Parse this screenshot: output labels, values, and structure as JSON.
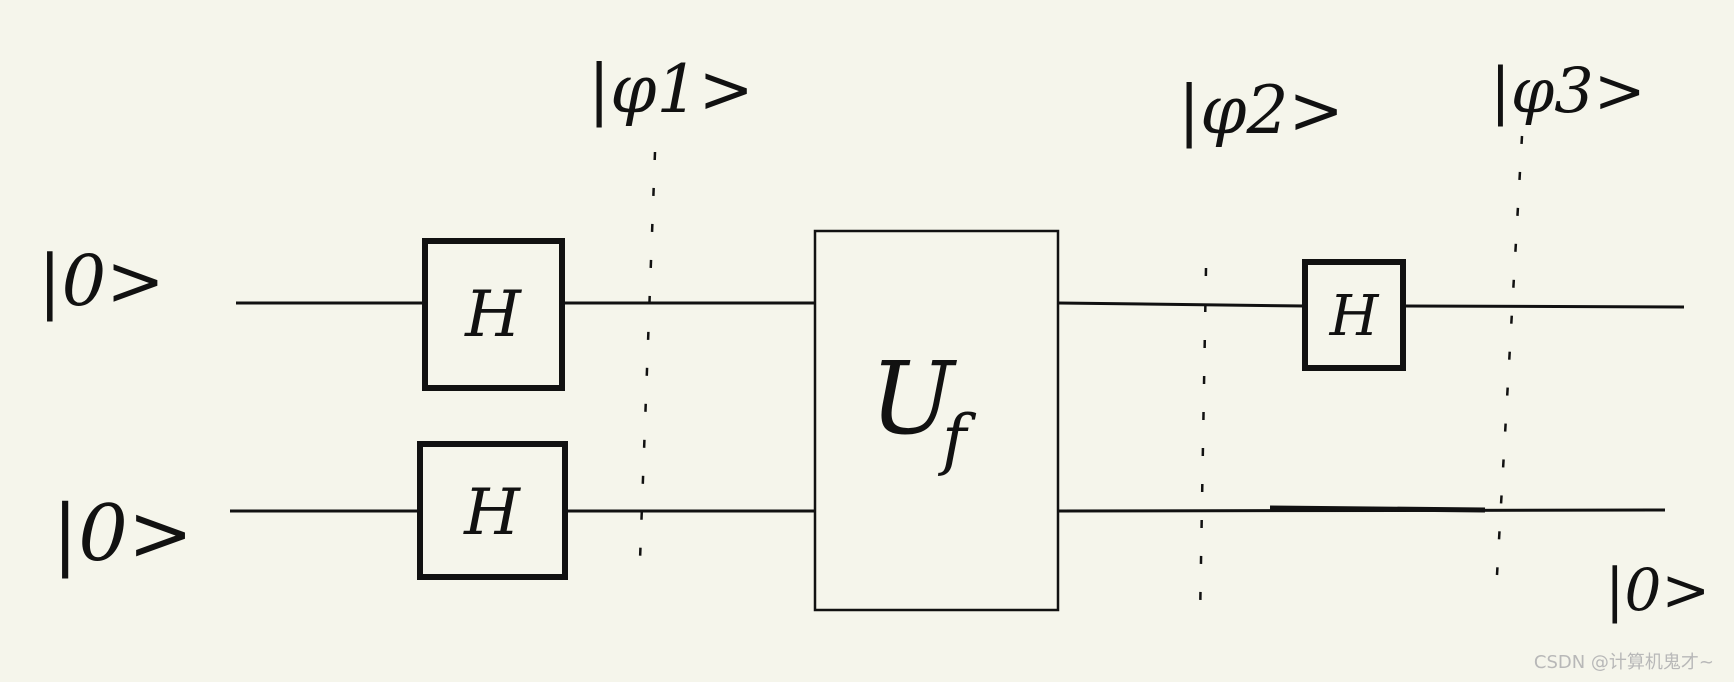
{
  "circuit": {
    "inputs": {
      "top": "|0>",
      "bottom": "|0>"
    },
    "gates": {
      "h_top_input": "H",
      "h_bottom_input": "H",
      "oracle": "U",
      "oracle_subscript": "f",
      "h_top_output": "H"
    },
    "states": {
      "psi1": "|φ1>",
      "psi2": "|φ2>",
      "psi3": "|φ3>"
    },
    "output_bottom": "|0>"
  },
  "watermark": "CSDN @计算机鬼才~",
  "colors": {
    "background": "#f5f5eb",
    "ink": "#111111",
    "watermark": "#b8b8b8"
  }
}
